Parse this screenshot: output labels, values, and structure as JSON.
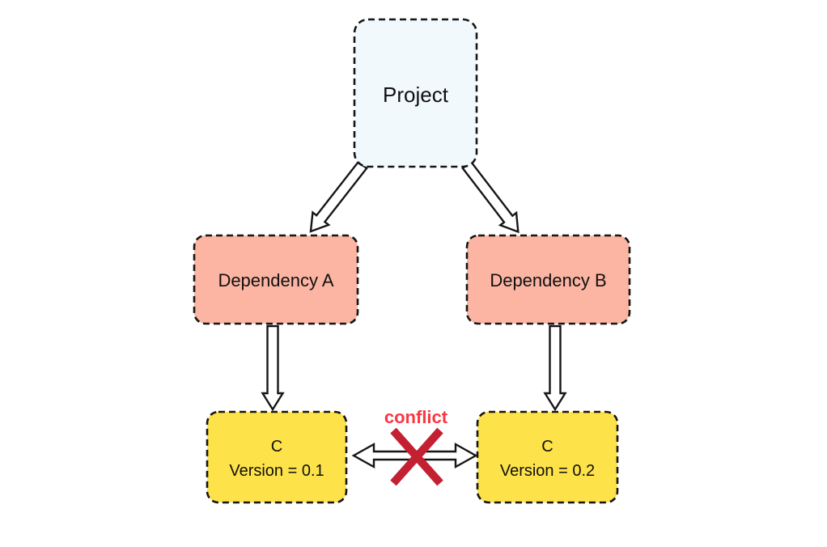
{
  "diagram": {
    "type": "dependency-conflict-graph",
    "nodes": {
      "project": {
        "label": "Project",
        "fill": "#f1f9fd"
      },
      "dependency_a": {
        "label": "Dependency A",
        "fill": "#fcb5a3"
      },
      "dependency_b": {
        "label": "Dependency B",
        "fill": "#fcb5a3"
      },
      "c_v01": {
        "name": "C",
        "version_label": "Version = 0.1",
        "fill": "#fde24a"
      },
      "c_v02": {
        "name": "C",
        "version_label": "Version = 0.2",
        "fill": "#fde24a"
      }
    },
    "edges": [
      {
        "from": "Project",
        "to": "Dependency A",
        "style": "block-arrow"
      },
      {
        "from": "Project",
        "to": "Dependency B",
        "style": "block-arrow"
      },
      {
        "from": "Dependency A",
        "to": "C Version = 0.1",
        "style": "block-arrow"
      },
      {
        "from": "Dependency B",
        "to": "C Version = 0.2",
        "style": "block-arrow"
      },
      {
        "from": "C Version = 0.1",
        "to": "C Version = 0.2",
        "style": "double-block-arrow",
        "type": "conflict"
      }
    ],
    "conflict": {
      "label": "conflict",
      "label_color": "#fa3742",
      "x_color": "#c32032"
    },
    "colors": {
      "border": "#161616",
      "arrow_fill": "#ffffff",
      "background": "#ffffff"
    }
  }
}
